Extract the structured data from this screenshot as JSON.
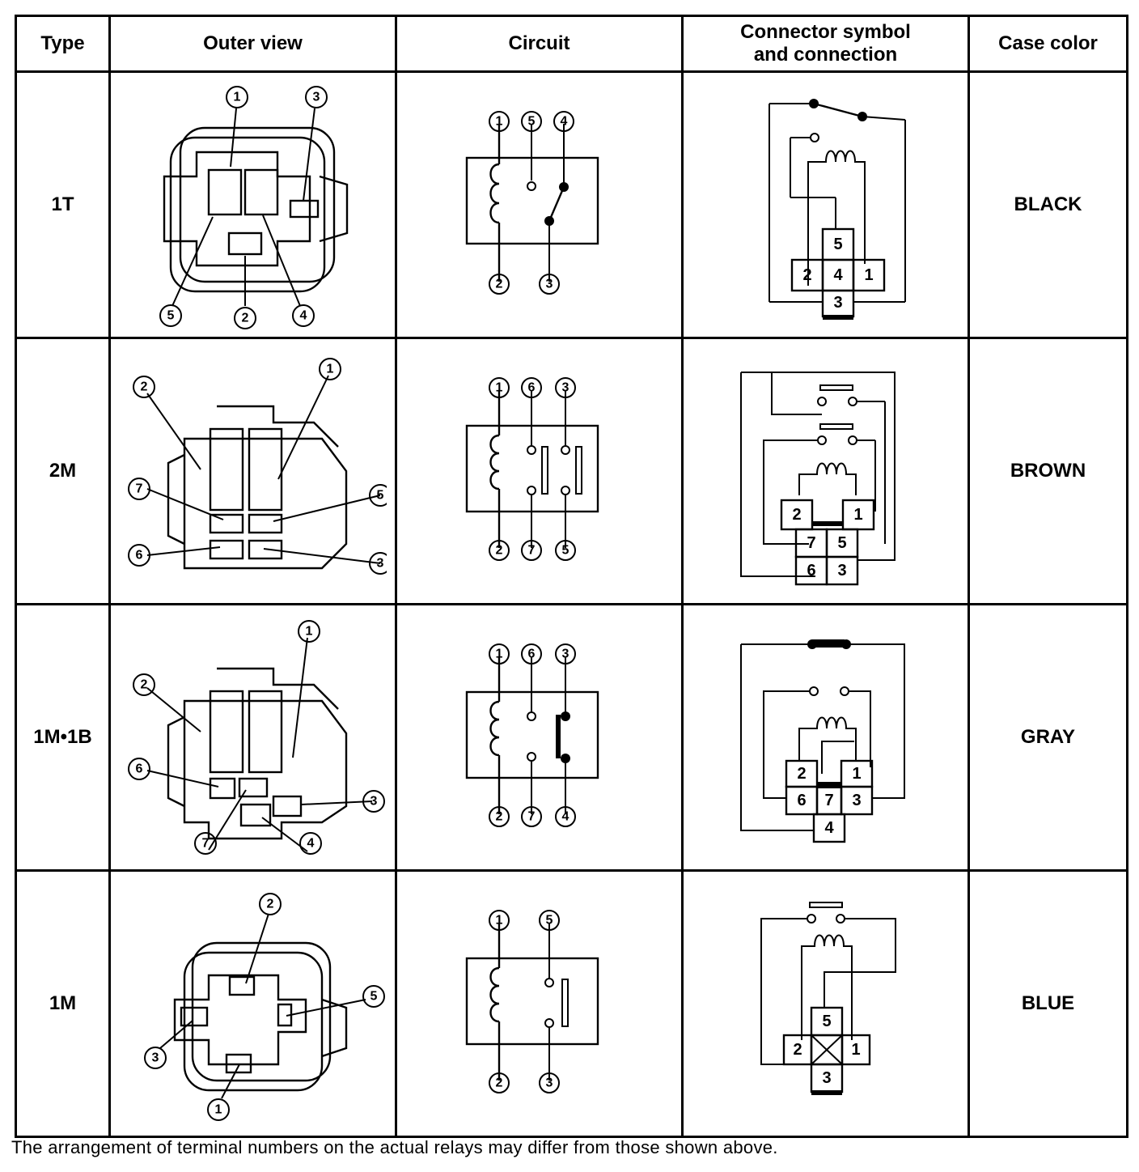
{
  "table": {
    "headers": {
      "type": "Type",
      "outer": "Outer view",
      "circuit": "Circuit",
      "connector_line1": "Connector symbol",
      "connector_line2": "and connection",
      "color": "Case color"
    },
    "rows": [
      {
        "type": "1T",
        "color": "BLACK",
        "outer_labels": [
          "1",
          "3",
          "5",
          "2",
          "4"
        ],
        "circuit_top": [
          "1",
          "5",
          "4"
        ],
        "circuit_bottom": [
          "2",
          "3"
        ],
        "connector": [
          "5",
          "2",
          "4",
          "1",
          "3"
        ]
      },
      {
        "type": "2M",
        "color": "BROWN",
        "outer_labels": [
          "2",
          "1",
          "7",
          "5",
          "6",
          "3"
        ],
        "circuit_top": [
          "1",
          "6",
          "3"
        ],
        "circuit_bottom": [
          "2",
          "7",
          "5"
        ],
        "connector": [
          "2",
          "1",
          "7",
          "5",
          "6",
          "3"
        ]
      },
      {
        "type": "1M•1B",
        "color": "GRAY",
        "outer_labels": [
          "1",
          "2",
          "6",
          "3",
          "7",
          "4"
        ],
        "circuit_top": [
          "1",
          "6",
          "3"
        ],
        "circuit_bottom": [
          "2",
          "7",
          "4"
        ],
        "connector": [
          "2",
          "1",
          "6",
          "7",
          "3",
          "4"
        ]
      },
      {
        "type": "1M",
        "color": "BLUE",
        "outer_labels": [
          "2",
          "3",
          "5",
          "1"
        ],
        "circuit_top": [
          "1",
          "5"
        ],
        "circuit_bottom": [
          "2",
          "3"
        ],
        "connector": [
          "5",
          "2",
          "1",
          "3"
        ]
      }
    ]
  },
  "footnote": "The arrangement of terminal numbers on the actual relays may differ from those shown above."
}
